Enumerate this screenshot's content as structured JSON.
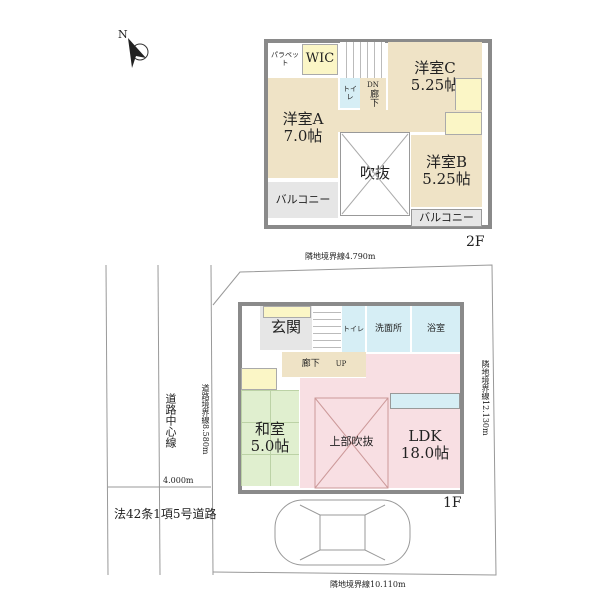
{
  "compass": {
    "label": "N"
  },
  "floor2": {
    "label": "2F",
    "rooms": {
      "parapet": "パラペット",
      "wic": "WIC",
      "toilet": "トイレ",
      "dn": "DN",
      "corridor": "廊下",
      "room_c": {
        "name": "洋室C",
        "size": "5.25帖"
      },
      "room_a": {
        "name": "洋室A",
        "size": "7.0帖"
      },
      "atrium": "吹抜",
      "room_b": {
        "name": "洋室B",
        "size": "5.25帖"
      },
      "balcony_left": "バルコニー",
      "balcony_right": "バルコニー"
    }
  },
  "floor1": {
    "label": "1F",
    "rooms": {
      "entrance": "玄関",
      "toilet": "トイレ",
      "washroom": "洗面所",
      "bath": "浴室",
      "corridor": "廊下",
      "up": "UP",
      "japanese_room": {
        "name": "和室",
        "size": "5.0帖"
      },
      "upper_atrium": "上部吹抜",
      "ldk": {
        "name": "LDK",
        "size": "18.0帖"
      }
    }
  },
  "site": {
    "top_boundary": "隣地境界線4.790m",
    "right_boundary": "隣地境界線12.130m",
    "bottom_boundary": "隣地境界線10.110m",
    "road_boundary": "道路境界線8.580m",
    "road_center": "道路中心線",
    "road_width": "4.000m",
    "road_type": "法42条1項5号道路"
  }
}
